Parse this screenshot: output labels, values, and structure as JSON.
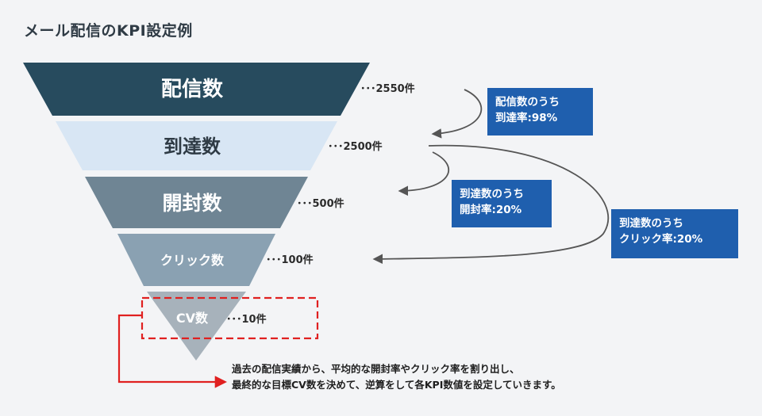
{
  "title": "メール配信のKPI設定例",
  "funnel": [
    {
      "label": "配信数",
      "count": "･･･2550件"
    },
    {
      "label": "到達数",
      "count": "･･･2500件"
    },
    {
      "label": "開封数",
      "count": "･･･500件"
    },
    {
      "label": "クリック数",
      "count": "･･･100件"
    },
    {
      "label": "CV数",
      "count": "･･･10件"
    }
  ],
  "boxes": [
    {
      "line1": "配信数のうち",
      "line2": "到達率:98%"
    },
    {
      "line1": "到達数のうち",
      "line2": "開封率:20%"
    },
    {
      "line1": "到達数のうち",
      "line2": "クリック率:20%"
    }
  ],
  "note": {
    "line1": "過去の配信実績から、平均的な開封率やクリック率を割り出し、",
    "line2": "最終的な目標CV数を決めて、逆算をして各KPI数値を設定していきます。"
  },
  "colors": {
    "layer1": "#274b5e",
    "layer2": "#d8e6f4",
    "layer3": "#6f8594",
    "layer4": "#8aa1b2",
    "layer5": "#a7b2bb",
    "box": "#1f5fae",
    "highlight": "#e02020",
    "arrow": "#555555"
  }
}
